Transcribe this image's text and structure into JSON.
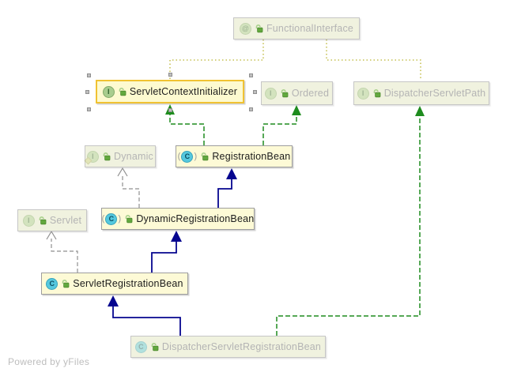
{
  "diagram": {
    "nodes": [
      {
        "id": "functional-interface",
        "label": "FunctionalInterface",
        "icon": "@",
        "kind": "annotation",
        "state": "faded"
      },
      {
        "id": "servlet-context-initializer",
        "label": "ServletContextInitializer",
        "icon": "I",
        "kind": "interface",
        "state": "selected"
      },
      {
        "id": "ordered",
        "label": "Ordered",
        "icon": "I",
        "kind": "interface",
        "state": "faded"
      },
      {
        "id": "dispatcher-servlet-path",
        "label": "DispatcherServletPath",
        "icon": "I",
        "kind": "interface",
        "state": "faded"
      },
      {
        "id": "dynamic",
        "label": "Dynamic",
        "icon": "I",
        "kind": "inner-interface",
        "state": "faded"
      },
      {
        "id": "registration-bean",
        "label": "RegistrationBean",
        "icon": "C",
        "kind": "abstract-class",
        "state": "active"
      },
      {
        "id": "servlet",
        "label": "Servlet",
        "icon": "I",
        "kind": "interface",
        "state": "faded"
      },
      {
        "id": "dynamic-registration-bean",
        "label": "DynamicRegistrationBean",
        "icon": "C",
        "kind": "abstract-class",
        "state": "active"
      },
      {
        "id": "servlet-registration-bean",
        "label": "ServletRegistrationBean",
        "icon": "C",
        "kind": "class",
        "state": "active"
      },
      {
        "id": "dispatcher-servlet-registration-bean",
        "label": "DispatcherServletRegistrationBean",
        "icon": "C",
        "kind": "class",
        "state": "faded"
      }
    ],
    "edges": [
      {
        "from": "registration-bean",
        "to": "servlet-context-initializer",
        "type": "implements"
      },
      {
        "from": "registration-bean",
        "to": "ordered",
        "type": "implements"
      },
      {
        "from": "servlet-context-initializer",
        "to": "functional-interface",
        "type": "annotated-by"
      },
      {
        "from": "dispatcher-servlet-path",
        "to": "functional-interface",
        "type": "annotated-by"
      },
      {
        "from": "dynamic-registration-bean",
        "to": "dynamic",
        "type": "implements-faded"
      },
      {
        "from": "dynamic-registration-bean",
        "to": "registration-bean",
        "type": "extends"
      },
      {
        "from": "servlet-registration-bean",
        "to": "servlet",
        "type": "implements-faded"
      },
      {
        "from": "servlet-registration-bean",
        "to": "dynamic-registration-bean",
        "type": "extends"
      },
      {
        "from": "dispatcher-servlet-registration-bean",
        "to": "servlet-registration-bean",
        "type": "extends"
      },
      {
        "from": "dispatcher-servlet-registration-bean",
        "to": "dispatcher-servlet-path",
        "type": "implements"
      }
    ],
    "colors": {
      "node_fill_active": "#fdfad6",
      "node_fill_faded": "#f0f2df",
      "selection_border": "#f0c232",
      "edge_extends": "#05058f",
      "edge_implements": "#1e8c1e",
      "edge_implements_faded": "#8f8f8f",
      "edge_annotation": "#b9b32e"
    },
    "watermark": "Powered by yFiles"
  }
}
